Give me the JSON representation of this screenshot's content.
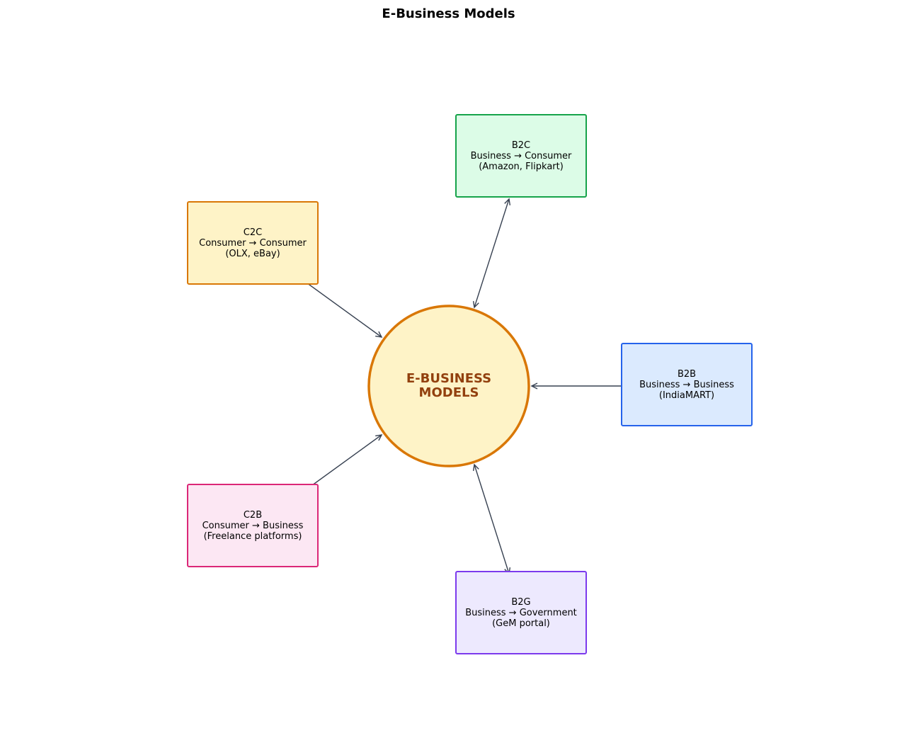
{
  "title": "E-Business Models",
  "center": {
    "lines": [
      "E-BUSINESS",
      "MODELS"
    ],
    "fill": "#fef3c7",
    "border": "#d97706",
    "text_color": "#92400e"
  },
  "arrow_color": "#374151",
  "nodes": [
    {
      "id": "b2c",
      "code": "B2C",
      "desc": "Business → Consumer",
      "example": "(Amazon, Flipkart)",
      "fill": "#dcfce7",
      "border": "#16a34a"
    },
    {
      "id": "c2c",
      "code": "C2C",
      "desc": "Consumer → Consumer",
      "example": "(OLX, eBay)",
      "fill": "#fef3c7",
      "border": "#d97706"
    },
    {
      "id": "b2b",
      "code": "B2B",
      "desc": "Business → Business",
      "example": "(IndiaMART)",
      "fill": "#dbeafe",
      "border": "#2563eb"
    },
    {
      "id": "c2b",
      "code": "C2B",
      "desc": "Consumer → Business",
      "example": "(Freelance platforms)",
      "fill": "#fce7f3",
      "border": "#db2777"
    },
    {
      "id": "b2g",
      "code": "B2G",
      "desc": "Business → Government",
      "example": "(GeM portal)",
      "fill": "#ede9fe",
      "border": "#7c3aed"
    }
  ]
}
